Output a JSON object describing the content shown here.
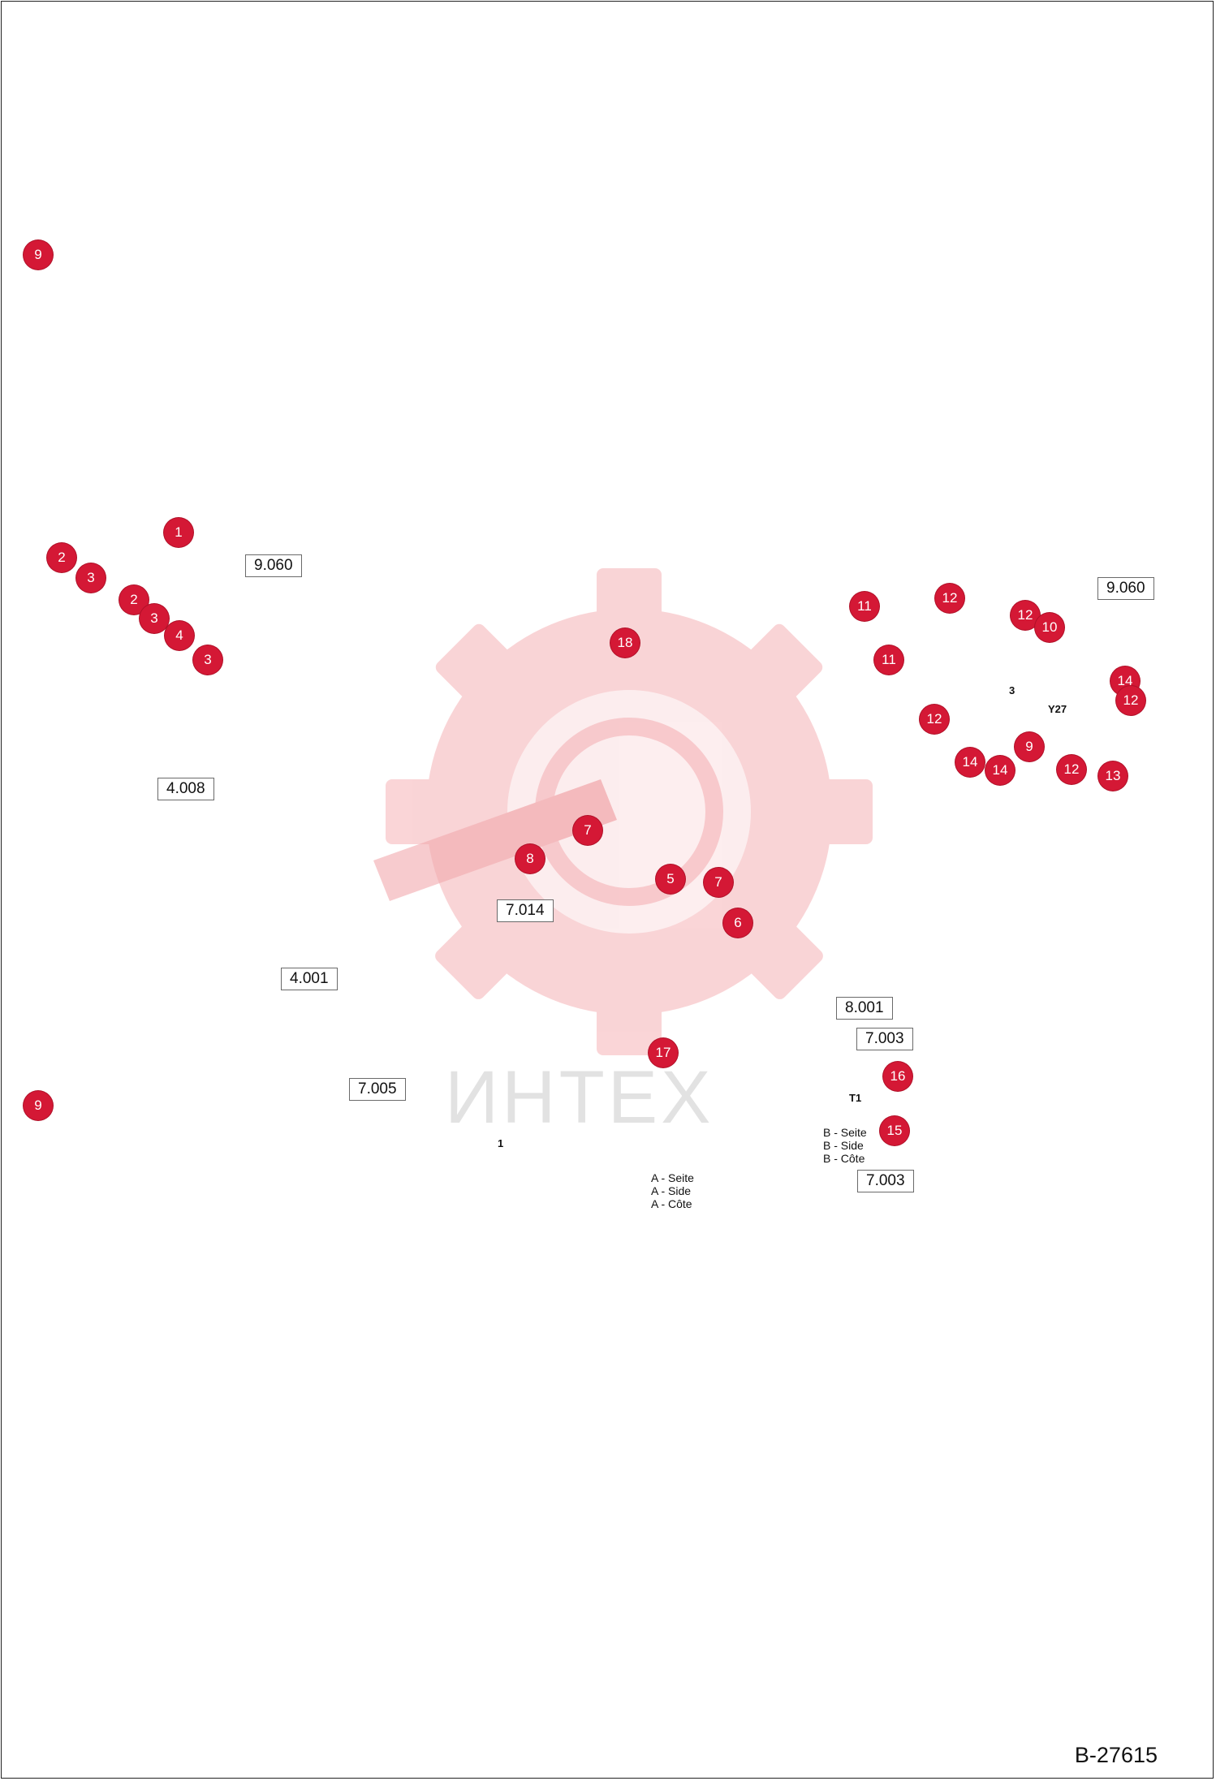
{
  "drawing_id": "B-27615",
  "watermark": {
    "text": "ИНТЕХ",
    "color": "#e8414b"
  },
  "accent_color": "#d41835",
  "markers": [
    {
      "id": "m9a",
      "label": "9"
    },
    {
      "id": "m1",
      "label": "1"
    },
    {
      "id": "m2a",
      "label": "2"
    },
    {
      "id": "m3a",
      "label": "3"
    },
    {
      "id": "m2b",
      "label": "2"
    },
    {
      "id": "m3b",
      "label": "3"
    },
    {
      "id": "m4",
      "label": "4"
    },
    {
      "id": "m3c",
      "label": "3"
    },
    {
      "id": "m18",
      "label": "18"
    },
    {
      "id": "m7a",
      "label": "7"
    },
    {
      "id": "m8",
      "label": "8"
    },
    {
      "id": "m5",
      "label": "5"
    },
    {
      "id": "m7b",
      "label": "7"
    },
    {
      "id": "m6",
      "label": "6"
    },
    {
      "id": "m17",
      "label": "17"
    },
    {
      "id": "m16",
      "label": "16"
    },
    {
      "id": "m15",
      "label": "15"
    },
    {
      "id": "m9b",
      "label": "9"
    },
    {
      "id": "m11a",
      "label": "11"
    },
    {
      "id": "m12a",
      "label": "12"
    },
    {
      "id": "m12b",
      "label": "12"
    },
    {
      "id": "m10",
      "label": "10"
    },
    {
      "id": "m11b",
      "label": "11"
    },
    {
      "id": "m14a",
      "label": "14"
    },
    {
      "id": "m12c",
      "label": "12"
    },
    {
      "id": "m12d",
      "label": "12"
    },
    {
      "id": "m9c",
      "label": "9"
    },
    {
      "id": "m14b",
      "label": "14"
    },
    {
      "id": "m14c",
      "label": "14"
    },
    {
      "id": "m12e",
      "label": "12"
    },
    {
      "id": "m13",
      "label": "13"
    }
  ],
  "refs": [
    {
      "id": "r9060a",
      "label": "9.060"
    },
    {
      "id": "r9060b",
      "label": "9.060"
    },
    {
      "id": "r4008",
      "label": "4.008"
    },
    {
      "id": "r4001",
      "label": "4.001"
    },
    {
      "id": "r7014",
      "label": "7.014"
    },
    {
      "id": "r8001",
      "label": "8.001"
    },
    {
      "id": "r7003a",
      "label": "7.003"
    },
    {
      "id": "r7003b",
      "label": "7.003"
    },
    {
      "id": "r7005",
      "label": "7.005"
    }
  ],
  "side_a": [
    "A - Seite",
    "A - Side",
    "A - Côte"
  ],
  "side_b": [
    "B - Seite",
    "B - Side",
    "B - Côte"
  ],
  "small_labels": {
    "y27": "Y27",
    "t1": "T1",
    "one": "1",
    "three": "3"
  }
}
